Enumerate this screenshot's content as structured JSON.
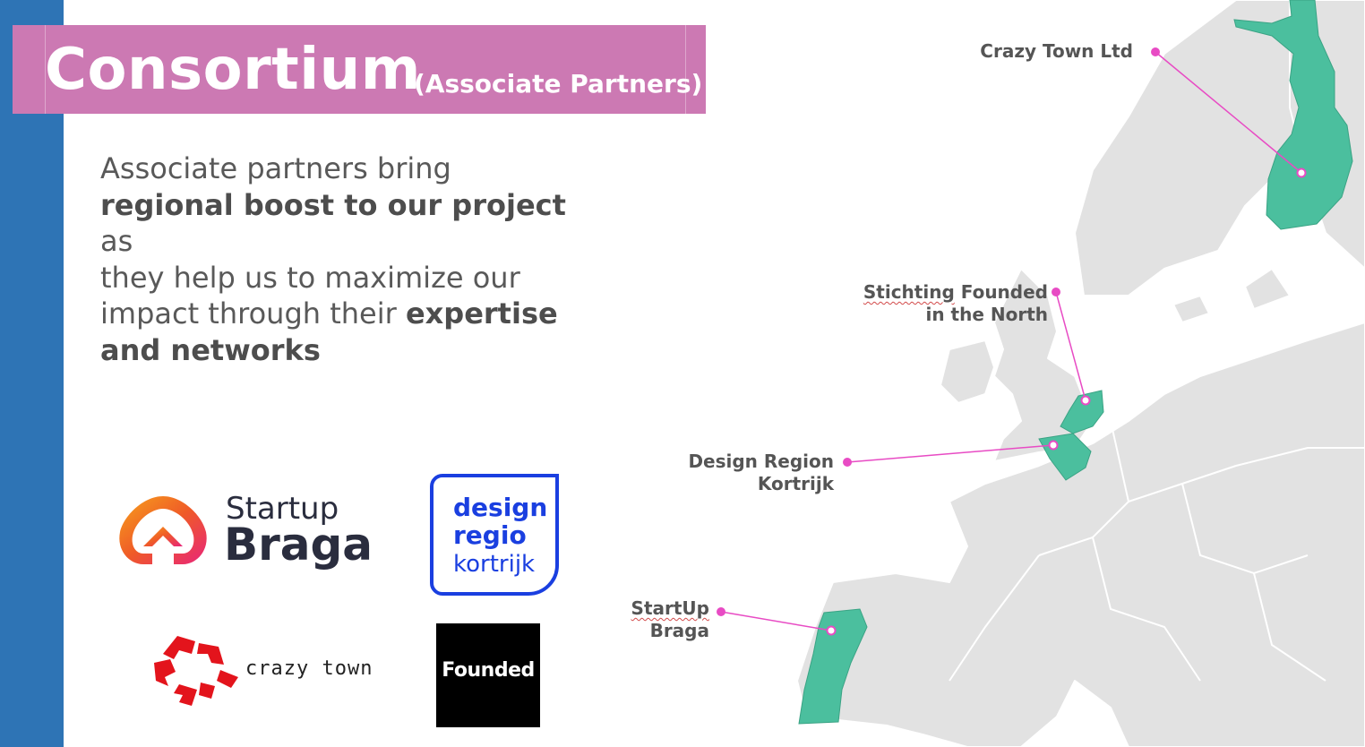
{
  "title": {
    "main": "Consortium",
    "sub": "(Associate Partners)"
  },
  "description": {
    "line1": "Associate partners bring",
    "bold1": "regional boost to our project",
    "line2a": " as",
    "line3": "they help us to maximize our",
    "line4": "impact through their ",
    "bold2a": "expertise",
    "bold2b": "and networks"
  },
  "logos": {
    "startup_braga": {
      "word1": "Startup",
      "word2": "Braga"
    },
    "design_regio": {
      "line1": "design",
      "line2": "regio",
      "line3": "kortrijk"
    },
    "crazy_town": {
      "text": "crazy town"
    },
    "founded": {
      "text": "Founded"
    }
  },
  "map": {
    "labels": {
      "crazy_town": "Crazy Town Ltd",
      "stichting_1": "Stichting",
      "stichting_2": " Founded",
      "stichting_3": "in the North",
      "design_1": "Design Region",
      "design_2": "Kortrijk",
      "startup_1": "StartUp",
      "startup_2": "Braga"
    }
  },
  "colors": {
    "accent_pink": "#e84bc4",
    "highlight_green": "#4bbf9e",
    "title_bg": "#cc79b3",
    "side_bar": "#2e74b5"
  }
}
